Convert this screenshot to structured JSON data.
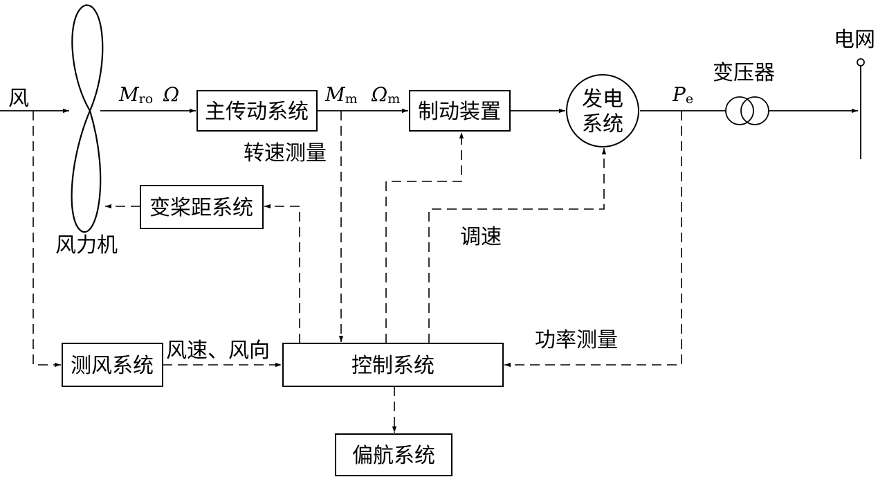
{
  "labels": {
    "wind_input": "风",
    "wind_turbine": "风力机",
    "grid": "电网",
    "transformer": "变压器",
    "speed_measure": "转速测量",
    "speed_regulate": "调速",
    "power_measure": "功率测量",
    "wind_speed_dir": "风速、风向"
  },
  "blocks": {
    "main_drive": "主传动系统",
    "brake": "制动装置",
    "generator_line1": "发电",
    "generator_line2": "系统",
    "pitch": "变桨距系统",
    "anemometer": "测风系统",
    "control": "控制系统",
    "yaw": "偏航系统"
  },
  "symbols": {
    "M": "M",
    "M_ro_sub": "ro",
    "Omega": "Ω",
    "M_m_sub": "m",
    "Omega_m_sub": "m",
    "P": "P",
    "P_e_sub": "e"
  },
  "colors": {
    "ink": "#000000",
    "background": "#ffffff"
  }
}
